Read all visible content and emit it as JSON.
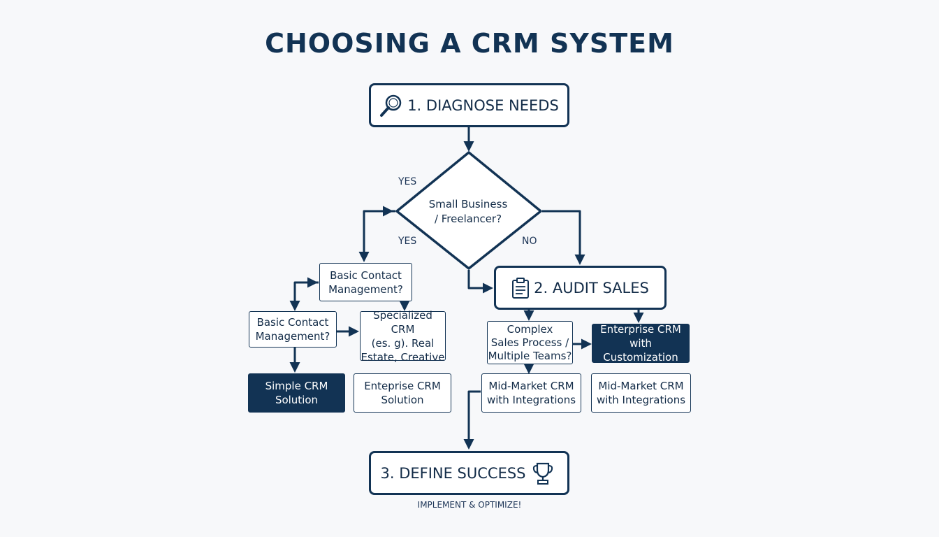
{
  "title": "CHOOSING A CRM SYSTEM",
  "steps": {
    "diagnose": "1. DIAGNOSE NEEDS",
    "audit": "2. AUDIT SALES",
    "define": "3. DEFINE SUCCESS"
  },
  "decision": {
    "line1": "Small Business",
    "line2": "/ Freelancer?"
  },
  "branch_labels": {
    "yes_top": "YES",
    "yes_bottom": "YES",
    "no": "NO"
  },
  "nodes": {
    "basic_contact_upper": {
      "line1": "Basic Contact",
      "line2": "Management?"
    },
    "basic_contact_lower": {
      "line1": "Basic Contact",
      "line2": "Management?"
    },
    "specialized": {
      "line1": "Specialized CRM",
      "line2": "(es. g). Real",
      "line3": "Estate, Creative"
    },
    "simple": {
      "line1": "Simple CRM",
      "line2": "Solution"
    },
    "enteprise_left": {
      "line1": "Enteprise CRM",
      "line2": "Solution"
    },
    "complex": {
      "line1": "Complex",
      "line2": "Sales Process /",
      "line3": "Multiple Teams?"
    },
    "enterprise_custom": {
      "line1": "Enterprise CRM",
      "line2": "with Customization"
    },
    "midmarket_left": {
      "line1": "Mid-Market CRM",
      "line2": "with Integrations"
    },
    "midmarket_right": {
      "line1": "Mid-Market CRM",
      "line2": "with Integrations"
    }
  },
  "footer": "IMPLEMENT & OPTIMIZE!",
  "icons": {
    "diagnose": "magnifier-icon",
    "audit": "clipboard-icon",
    "define": "trophy-icon"
  },
  "colors": {
    "navy": "#123354",
    "background": "#f7f8fa",
    "white": "#ffffff"
  }
}
